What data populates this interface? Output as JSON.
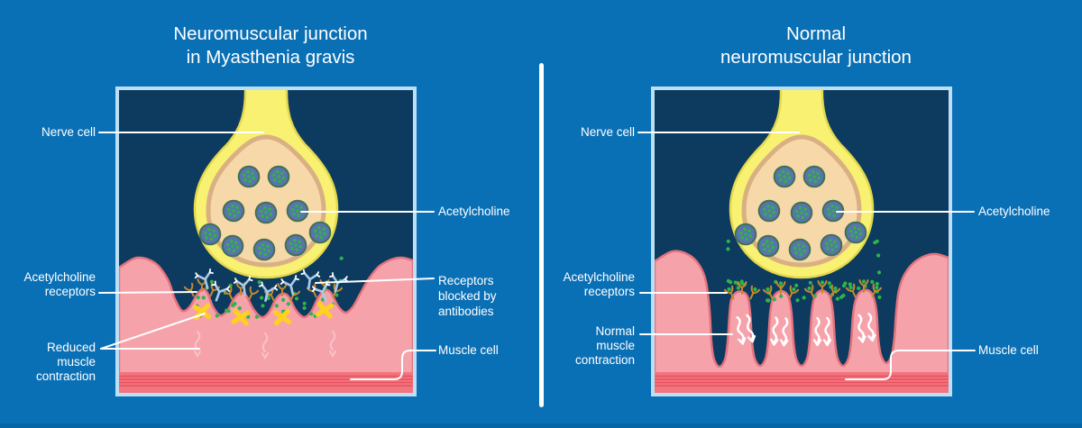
{
  "left": {
    "title": [
      "Neuromuscular junction",
      "in Myasthenia gravis"
    ],
    "labels": {
      "nerve_cell": "Nerve cell",
      "acetylcholine": "Acetylcholine",
      "acetylcholine_receptors": [
        "Acetylcholine",
        "receptors"
      ],
      "receptors_blocked": [
        "Receptors",
        "blocked by",
        "antibodies"
      ],
      "reduced_contraction": [
        "Reduced",
        "muscle",
        "contraction"
      ],
      "muscle_cell": "Muscle cell"
    }
  },
  "right": {
    "title": [
      "Normal",
      "neuromuscular junction"
    ],
    "labels": {
      "nerve_cell": "Nerve cell",
      "acetylcholine": "Acetylcholine",
      "acetylcholine_receptors": [
        "Acetylcholine",
        "receptors"
      ],
      "normal_contraction": [
        "Normal",
        "muscle",
        "contraction"
      ],
      "muscle_cell": "Muscle cell"
    }
  },
  "icons": {
    "vesicle": "synaptic-vesicle",
    "receptor": "acetylcholine-receptor-icon",
    "antibody": "antibody-icon",
    "blocked": "blocked-x-icon",
    "contraction": "contraction-squiggle-icon"
  },
  "colors": {
    "background": "#0A70B6",
    "panel_bg": "#0C3B5F",
    "panel_border": "#BCDFF4",
    "nerve_fill": "#F8F172",
    "nerve_edge": "#E4D84F",
    "terminal_fill": "#F7D8A8",
    "terminal_edge": "#D9B083",
    "vesicle_fill": "#5B73AE",
    "vesicle_edge": "#3E7155",
    "ach_green": "#2FB34A",
    "muscle_pink": "#F6A2AA",
    "muscle_edge": "#E4737E",
    "band_fill": "#F3747E",
    "band_stripe": "#E7515F",
    "receptor_orange": "#C9882B",
    "antibody_blue": "#A9CBE8",
    "x_yellow": "#FFD21F",
    "squiggle_faint": "#F8C3C9",
    "text": "#FFFFFF"
  }
}
